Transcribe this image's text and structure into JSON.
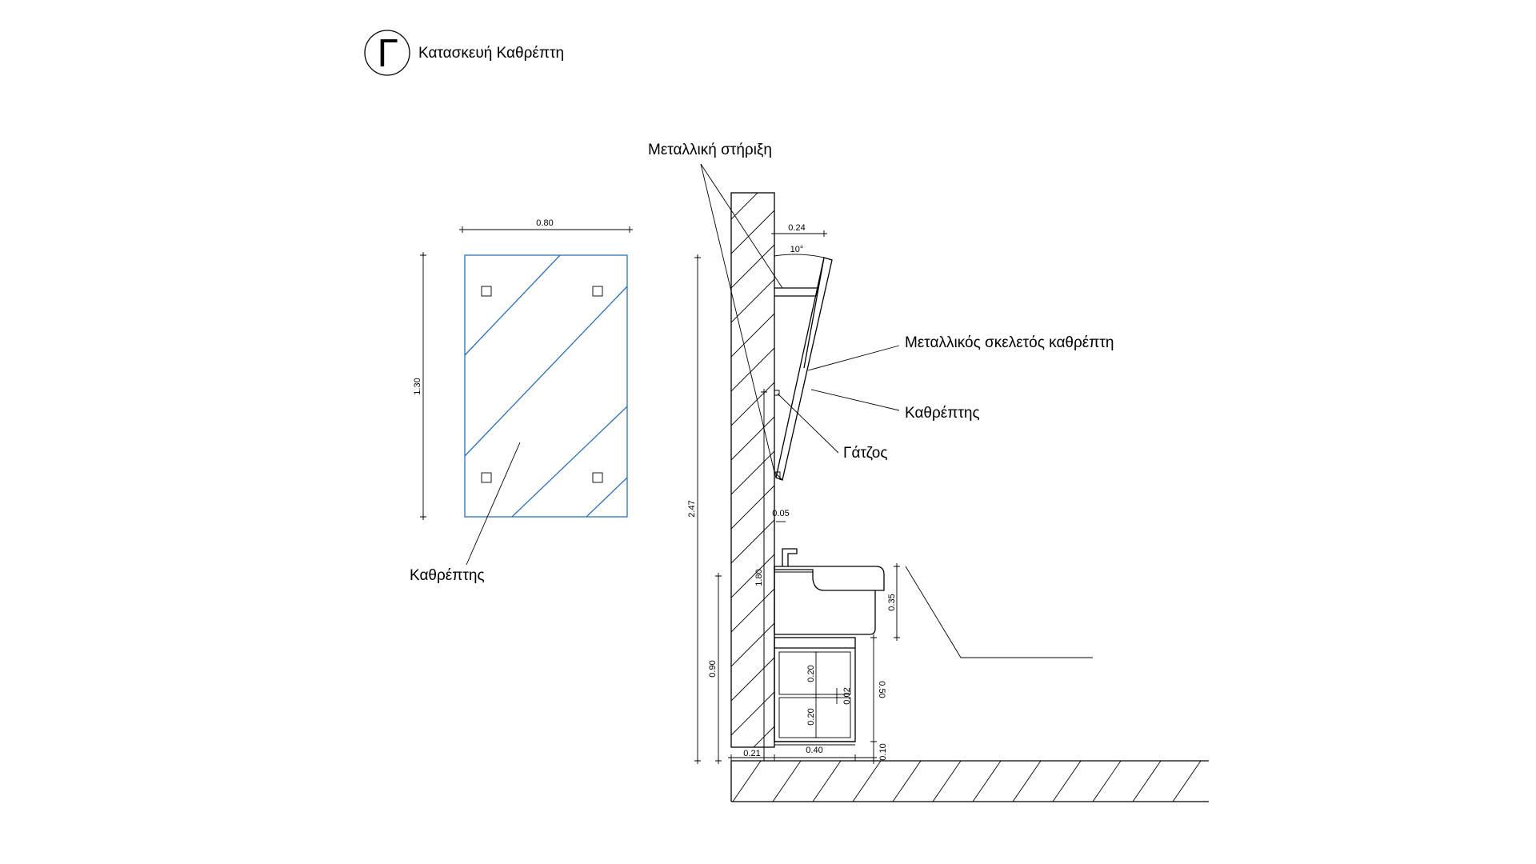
{
  "title": {
    "symbol": "Γ",
    "text": "Κατασκευή Καθρέπτη"
  },
  "elevation": {
    "dims": {
      "width": "0.80",
      "height": "1.30"
    },
    "mirror_label": "Καθρέπτης"
  },
  "section": {
    "labels": {
      "support": "Μεταλλική στήριξη",
      "frame": "Μεταλλικός σκελετός καθρέπτη",
      "mirror": "Καθρέπτης",
      "hook": "Γάτζος"
    },
    "dims": {
      "depth_top": "0.24",
      "angle": "10°",
      "total_height": "2.47",
      "mirror_bottom": "1.80",
      "gap": "0.05",
      "basin_height": "0.35",
      "counter_height": "0.90",
      "drawer_1": "0.20",
      "drawer_2": "0.20",
      "drawer_gap": "0.02",
      "cabinet_height": "0.50",
      "plinth": "0.10",
      "wall_offset": "0.21",
      "cabinet_depth": "0.40"
    }
  }
}
